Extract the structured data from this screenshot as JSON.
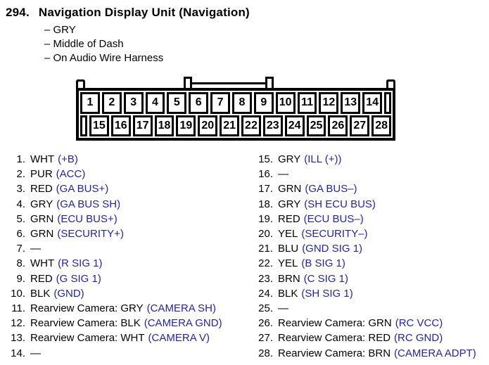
{
  "header": {
    "number": "294.",
    "title": "Navigation Display Unit (Navigation)",
    "bullets": [
      "– GRY",
      "– Middle of Dash",
      "– On Audio Wire Harness"
    ]
  },
  "connector": {
    "top_row": [
      "1",
      "2",
      "3",
      "4",
      "5",
      "6",
      "7",
      "8",
      "9",
      "10",
      "11",
      "12",
      "13",
      "14"
    ],
    "bottom_row": [
      "15",
      "16",
      "17",
      "18",
      "19",
      "20",
      "21",
      "22",
      "23",
      "24",
      "25",
      "26",
      "27",
      "28"
    ]
  },
  "pin_list": {
    "left": [
      {
        "num": "1.",
        "label": "WHT",
        "signal": "(+B)"
      },
      {
        "num": "2.",
        "label": "PUR",
        "signal": "(ACC)"
      },
      {
        "num": "3.",
        "label": "RED",
        "signal": "(GA BUS+)"
      },
      {
        "num": "4.",
        "label": "GRY",
        "signal": "(GA BUS SH)"
      },
      {
        "num": "5.",
        "label": "GRN",
        "signal": "(ECU BUS+)"
      },
      {
        "num": "6.",
        "label": "GRN",
        "signal": "(SECURITY+)"
      },
      {
        "num": "7.",
        "label": "—",
        "signal": ""
      },
      {
        "num": "8.",
        "label": "WHT",
        "signal": "(R SIG 1)"
      },
      {
        "num": "9.",
        "label": "RED",
        "signal": "(G SIG 1)"
      },
      {
        "num": "10.",
        "label": "BLK",
        "signal": "(GND)"
      },
      {
        "num": "11.",
        "label": "Rearview Camera: GRY",
        "signal": "(CAMERA SH)"
      },
      {
        "num": "12.",
        "label": "Rearview Camera: BLK",
        "signal": "(CAMERA GND)"
      },
      {
        "num": "13.",
        "label": "Rearview Camera: WHT",
        "signal": "(CAMERA V)"
      },
      {
        "num": "14.",
        "label": "—",
        "signal": ""
      }
    ],
    "right": [
      {
        "num": "15.",
        "label": "GRY",
        "signal": "(ILL (+))"
      },
      {
        "num": "16.",
        "label": "—",
        "signal": ""
      },
      {
        "num": "17.",
        "label": "GRN",
        "signal": "(GA BUS–)"
      },
      {
        "num": "18.",
        "label": "GRY",
        "signal": "(SH ECU BUS)"
      },
      {
        "num": "19.",
        "label": "RED",
        "signal": "(ECU BUS–)"
      },
      {
        "num": "20.",
        "label": "YEL",
        "signal": "(SECURITY–)"
      },
      {
        "num": "21.",
        "label": "BLU",
        "signal": "(GND SIG 1)"
      },
      {
        "num": "22.",
        "label": "YEL",
        "signal": "(B SIG 1)"
      },
      {
        "num": "23.",
        "label": "BRN",
        "signal": "(C SIG 1)"
      },
      {
        "num": "24.",
        "label": "BLK",
        "signal": "(SH SIG 1)"
      },
      {
        "num": "25.",
        "label": "—",
        "signal": ""
      },
      {
        "num": "26.",
        "label": "Rearview Camera: GRN",
        "signal": "(RC VCC)"
      },
      {
        "num": "27.",
        "label": "Rearview Camera: RED",
        "signal": "(RC GND)"
      },
      {
        "num": "28.",
        "label": "Rearview Camera: BRN",
        "signal": "(CAMERA ADPT)"
      }
    ]
  },
  "colors": {
    "signal_blue": "#2424a8",
    "text": "#000000",
    "background": "#ffffff"
  }
}
